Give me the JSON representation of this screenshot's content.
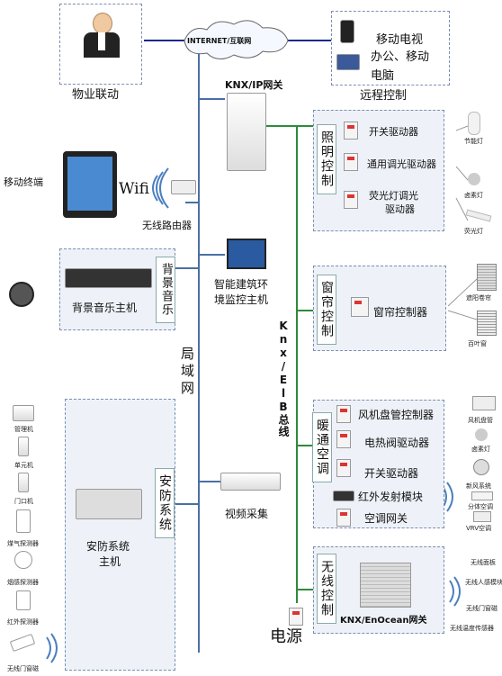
{
  "internet": "INTERNET/互联网",
  "property": "物业联动",
  "mobile_tv": "移动电视",
  "office": "办公、移动",
  "computer": "电脑",
  "remote": "远程控制",
  "knx_ip": "KNX/IP网关",
  "mobile_terminal": "移动终端",
  "wifi": "Wifi",
  "router": "无线路由器",
  "lighting": {
    "title": "照明控制",
    "switch": "开关驱动器",
    "dimmer": "通用调光驱动器",
    "fluor_1": "荧光灯调光",
    "fluor_2": "驱动器",
    "lamp1": "节能灯",
    "lamp2": "卤素灯",
    "lamp3": "荧光灯"
  },
  "music": {
    "title": "背景音乐",
    "host": "背景音乐主机"
  },
  "monitor_1": "智能建筑环",
  "monitor_2": "境监控主机",
  "lan": "局域网",
  "bus": "Knx/ElB总线",
  "curtain": {
    "title": "窗帘控制",
    "ctrl": "窗帘控制器",
    "shade": "遮阳卷帘",
    "blind": "百叶窗"
  },
  "hvac": {
    "title": "暖通空调",
    "fan": "风机盘管控制器",
    "valve": "电热阀驱动器",
    "switch": "开关驱动器",
    "ir": "红外发射模块",
    "gw": "空调网关",
    "fan_coil": "风机盘管",
    "halogen": "卤素灯",
    "fresh": "新风系统",
    "split": "分体空调",
    "vrv": "VRV空调"
  },
  "security": {
    "title": "安防系统",
    "host_1": "安防系统",
    "host_2": "主机",
    "mgr": "管理机",
    "unit": "单元机",
    "door": "门口机",
    "gas": "煤气探测器",
    "smoke": "烟感探测器",
    "ir": "红外探测器",
    "wdoor": "无线门窗磁"
  },
  "video": "视频采集",
  "wireless": {
    "title": "无线控制",
    "gw": "KNX/EnOcean网关",
    "panel": "无线面板",
    "body": "无线人感模块",
    "door": "无线门窗磁",
    "temp": "无线温度传感器"
  },
  "power": "电源"
}
